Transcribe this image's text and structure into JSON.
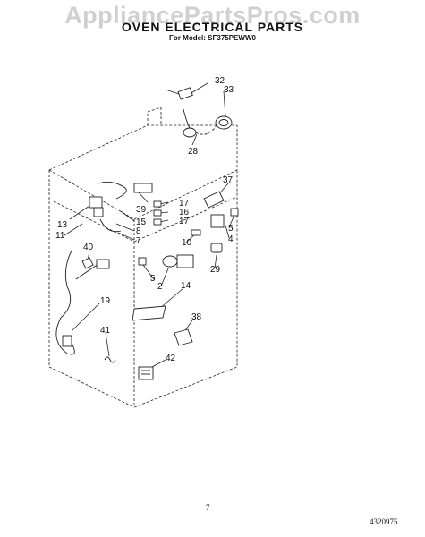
{
  "watermark": "AppliancePartsPros.com",
  "title": "OVEN ELECTRICAL PARTS",
  "subtitle": "For Model: SF375PEWW0",
  "page_number": "7",
  "document_number": "4320975",
  "callouts": {
    "c32": "32",
    "c33": "33",
    "c28": "28",
    "c37": "37",
    "c39": "39",
    "c17a": "17",
    "c16": "16",
    "c17b": "17",
    "c13": "13",
    "c15": "15",
    "c11": "11",
    "c8": "8",
    "c7": "7",
    "c5a": "5",
    "c4": "4",
    "c10": "10",
    "c40": "40",
    "c29": "29",
    "c5b": "5",
    "c2": "2",
    "c14": "14",
    "c19": "19",
    "c38": "38",
    "c41": "41",
    "c42": "42"
  }
}
